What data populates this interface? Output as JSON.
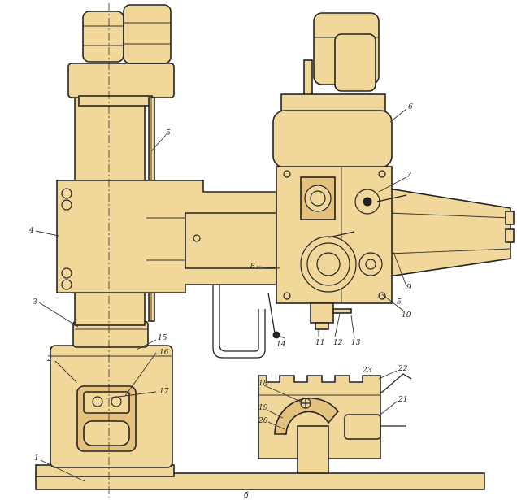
{
  "figure": {
    "colors": {
      "body": "#f2d79a",
      "shade": "#e4c27e",
      "ink": "#222222"
    },
    "callouts": {
      "c1": "1",
      "c2": "2",
      "c3": "3",
      "c4": "4",
      "c5": "5",
      "c6": "6",
      "c7": "7",
      "c8": "8",
      "c9": "9",
      "c10": "10",
      "c11": "11",
      "c12": "12",
      "c13": "13",
      "c14": "14",
      "c15": "15",
      "c16": "16",
      "c17": "17",
      "c18": "18",
      "c19": "19",
      "c20": "20",
      "c21": "21",
      "c22": "22",
      "c23": "23",
      "b_label": "б"
    }
  }
}
